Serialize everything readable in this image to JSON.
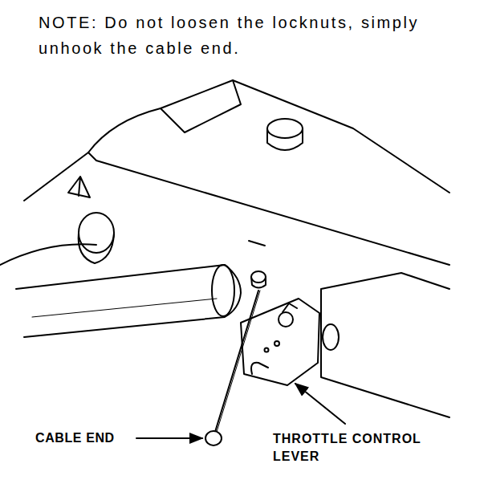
{
  "diagram": {
    "labels": [
      "NOTE: Do not loosen the locknuts, simply unhook the cable end.",
      "CABLE END",
      "THROTTLE CONTROL LEVER"
    ]
  }
}
